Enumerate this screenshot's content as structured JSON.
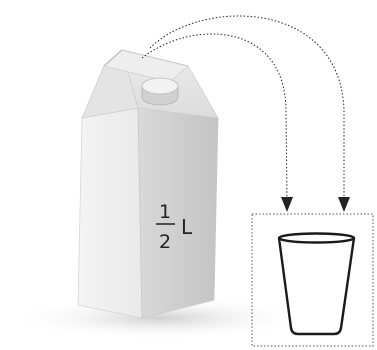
{
  "carton": {
    "label_numerator": "1",
    "label_denominator": "2",
    "label_unit": "L"
  },
  "icons": {
    "carton": "milk-carton-icon",
    "cup": "cup-icon",
    "arrow": "arrow-down-icon"
  },
  "colors": {
    "line": "#222222",
    "box_border": "#555555",
    "background": "#ffffff"
  }
}
